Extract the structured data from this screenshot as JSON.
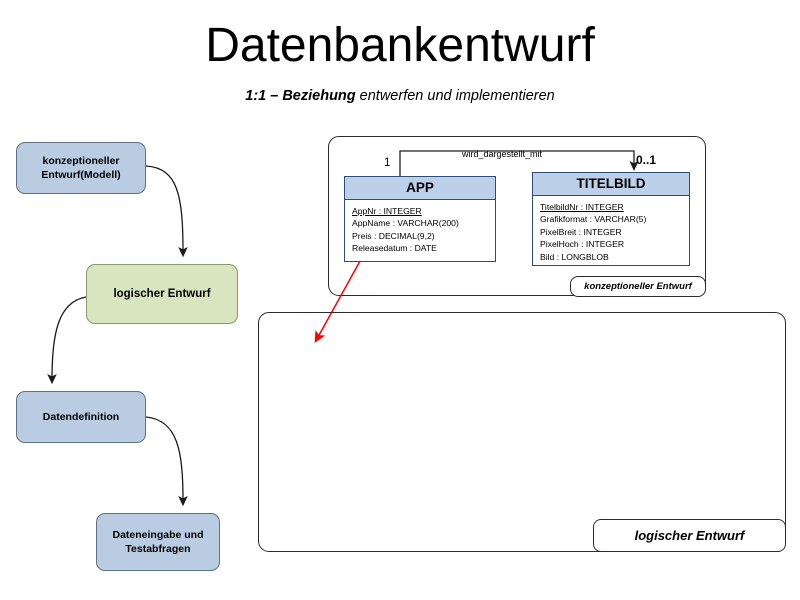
{
  "slide": {
    "title": "Datenbankentwurf",
    "subtitle_strong": "1:1 – Beziehung",
    "subtitle_rest": " entwerfen und implementieren"
  },
  "flowchart": {
    "boxes": [
      {
        "id": "konzept",
        "label": "konzeptioneller Entwurf(Modell)",
        "line1": "konzeptioneller",
        "line2": "Entwurf(Modell)",
        "color": "#b9cce2"
      },
      {
        "id": "logisch",
        "label": "logischer Entwurf",
        "line1": "logischer Entwurf",
        "line2": "",
        "color": "#d9e5bf"
      },
      {
        "id": "datendef",
        "label": "Datendefinition",
        "line1": "Datendefinition",
        "line2": "",
        "color": "#b9cce2"
      },
      {
        "id": "eingabe",
        "label": "Dateneingabe und Testabfragen",
        "line1": "Dateneingabe und",
        "line2": "Testabfragen",
        "color": "#b9cce2"
      }
    ]
  },
  "panels": {
    "konzeptionell": {
      "tab_label": "konzeptioneller Entwurf"
    },
    "logisch": {
      "tab_label": "logischer Entwurf",
      "content": ""
    }
  },
  "erd": {
    "entities": [
      {
        "name": "APP",
        "attributes": [
          {
            "name": "AppNr",
            "type": "INTEGER",
            "key": true,
            "text": "AppNr : INTEGER"
          },
          {
            "name": "AppName",
            "type": "VARCHAR(200)",
            "key": false,
            "text": "AppName : VARCHAR(200)"
          },
          {
            "name": "Preis",
            "type": "DECIMAL(9,2)",
            "key": false,
            "text": "Preis : DECIMAL(9,2)"
          },
          {
            "name": "Releasedatum",
            "type": "DATE",
            "key": false,
            "text": "Releasedatum : DATE"
          }
        ]
      },
      {
        "name": "TITELBILD",
        "attributes": [
          {
            "name": "TitelbildNr",
            "type": "INTEGER",
            "key": true,
            "text": "TitelbildNr : INTEGER"
          },
          {
            "name": "Grafikformat",
            "type": "VARCHAR(5)",
            "key": false,
            "text": "Grafikformat : VARCHAR(5)"
          },
          {
            "name": "PixelBreit",
            "type": "INTEGER",
            "key": false,
            "text": "PixelBreit : INTEGER"
          },
          {
            "name": "PixelHoch",
            "type": "INTEGER",
            "key": false,
            "text": "PixelHoch : INTEGER"
          },
          {
            "name": "Bild",
            "type": "LONGBLOB",
            "key": false,
            "text": "Bild : LONGBLOB"
          }
        ]
      }
    ],
    "relationship": {
      "name": "wird_dargestellt_mit",
      "cardinality_left": "1",
      "cardinality_right": "0..1"
    }
  },
  "colors": {
    "box_blue": "#b9cce2",
    "box_green": "#d9e5bf",
    "entity_header": "#bdd0e9",
    "entity_border": "#2e4a77",
    "red_arrow": "#fe0000"
  }
}
